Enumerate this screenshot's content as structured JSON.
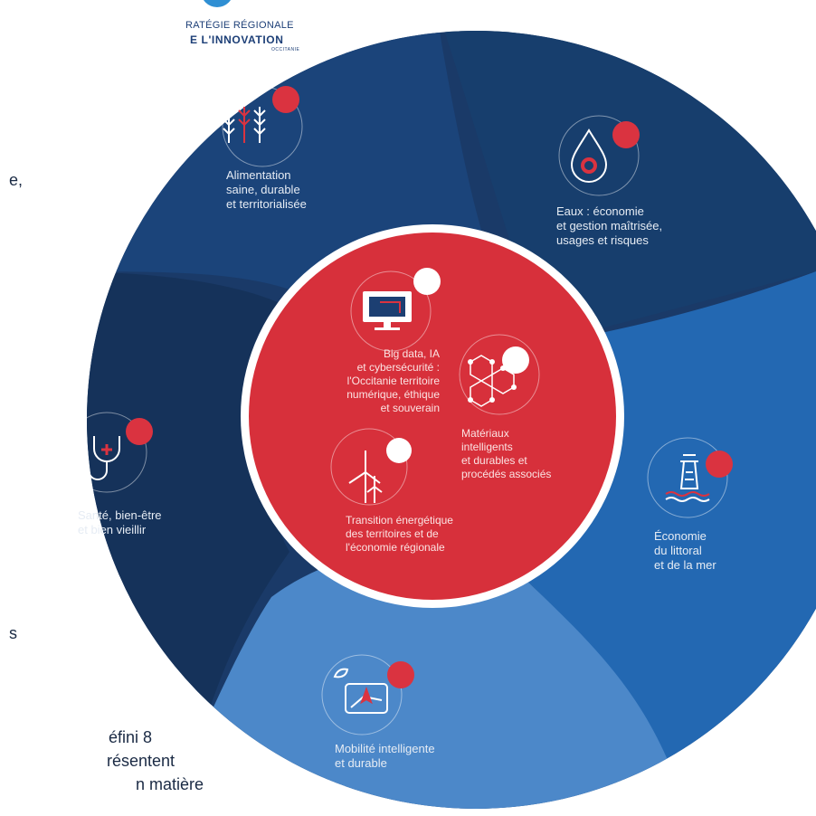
{
  "logo": {
    "line1": "RATÉGIE RÉGIONALE",
    "line2": "E L'INNOVATION",
    "line3": "OCCITANIE"
  },
  "side_text": {
    "frag1": "e,",
    "frag2": "s",
    "frag3": "éfini 8",
    "frag4": "résentent",
    "frag5": "n   matière"
  },
  "colors": {
    "seg_dark_navy": "#1a3a68",
    "seg_top": "#17406f",
    "seg_right_top": "#1a4a82",
    "seg_right": "#2a6bb4",
    "seg_bottom": "#4a87c8",
    "seg_left": "#16365e",
    "center": "#d62f3a",
    "accent_dot": "#d9323e"
  },
  "segments": {
    "alimentation": {
      "icon": "wheat-icon",
      "line1": "Alimentation",
      "line2": "saine, durable",
      "line3": "et territorialisée"
    },
    "eaux": {
      "icon": "water-drop-icon",
      "line1": "Eaux : économie",
      "line2": "et gestion maîtrisée,",
      "line3": "usages et risques"
    },
    "sante": {
      "icon": "stethoscope-icon",
      "line1": "Santé, bien-être",
      "line2": "et bien vieillir"
    },
    "littoral": {
      "icon": "lighthouse-icon",
      "line1": "Économie",
      "line2": "du littoral",
      "line3": "et de la mer"
    },
    "mobilite": {
      "icon": "gps-screen-icon",
      "line1": "Mobilité intelligente",
      "line2": "et durable"
    }
  },
  "center_items": {
    "bigdata": {
      "icon": "monitor-icon",
      "lines": [
        "Big data, IA",
        "et cybersécurité :",
        "l'Occitanie territoire",
        "numérique, éthique",
        "et souverain"
      ]
    },
    "materiaux": {
      "icon": "molecule-icon",
      "lines": [
        "Matériaux",
        "intelligents",
        "et durables et",
        "procédés associés"
      ]
    },
    "transition": {
      "icon": "wind-turbine-icon",
      "lines": [
        "Transition énergétique",
        "des territoires et de",
        "l'économie régionale"
      ]
    }
  }
}
